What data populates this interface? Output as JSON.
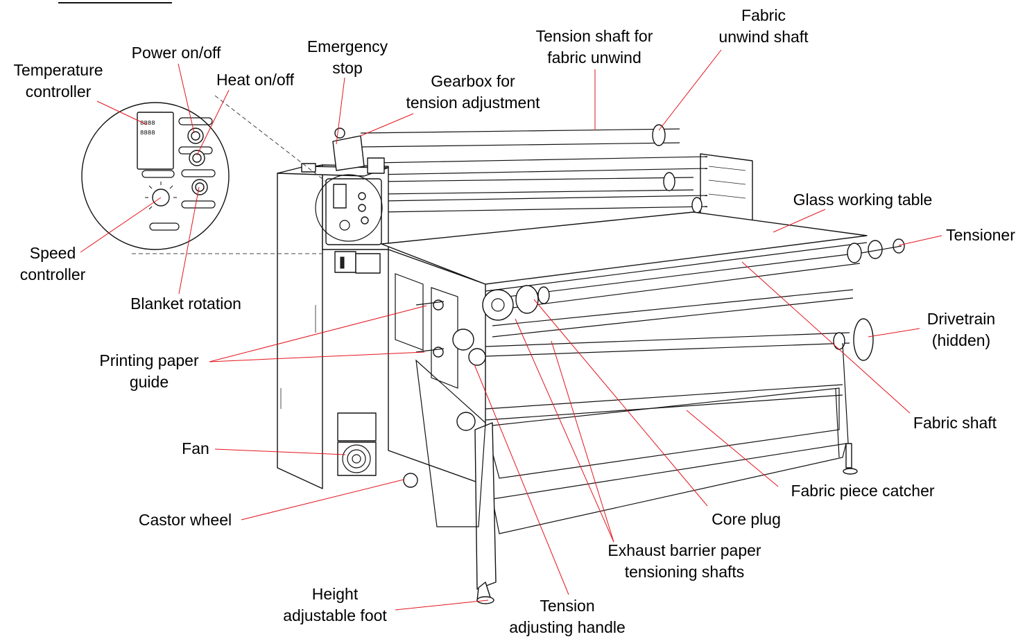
{
  "labels": {
    "temperature_controller": [
      "Temperature",
      "controller"
    ],
    "power": [
      "Power on/off"
    ],
    "heat": [
      "Heat on/off"
    ],
    "emergency_stop": [
      "Emergency",
      "stop"
    ],
    "gearbox": [
      "Gearbox for",
      "tension adjustment"
    ],
    "tension_shaft": [
      "Tension shaft for",
      "fabric unwind"
    ],
    "fabric_unwind": [
      "Fabric",
      "unwind shaft"
    ],
    "glass_table": [
      "Glass working table"
    ],
    "tensioner": [
      "Tensioner"
    ],
    "drivetrain": [
      "Drivetrain",
      "(hidden)"
    ],
    "fabric_shaft": [
      "Fabric shaft"
    ],
    "speed_controller": [
      "Speed",
      "controller"
    ],
    "blanket_rotation": [
      "Blanket rotation"
    ],
    "printing_paper_guide": [
      "Printing paper",
      "guide"
    ],
    "fan": [
      "Fan"
    ],
    "castor_wheel": [
      "Castor wheel"
    ],
    "fabric_piece_catcher": [
      "Fabric piece catcher"
    ],
    "core_plug": [
      "Core plug"
    ],
    "exhaust_barrier": [
      "Exhaust barrier paper",
      "tensioning shafts"
    ],
    "height_foot": [
      "Height",
      "adjustable foot"
    ],
    "tension_handle": [
      "Tension",
      "adjusting handle"
    ]
  },
  "colors": {
    "leader_line": "#e3141d",
    "line_art": "#111111",
    "background": "#ffffff"
  }
}
